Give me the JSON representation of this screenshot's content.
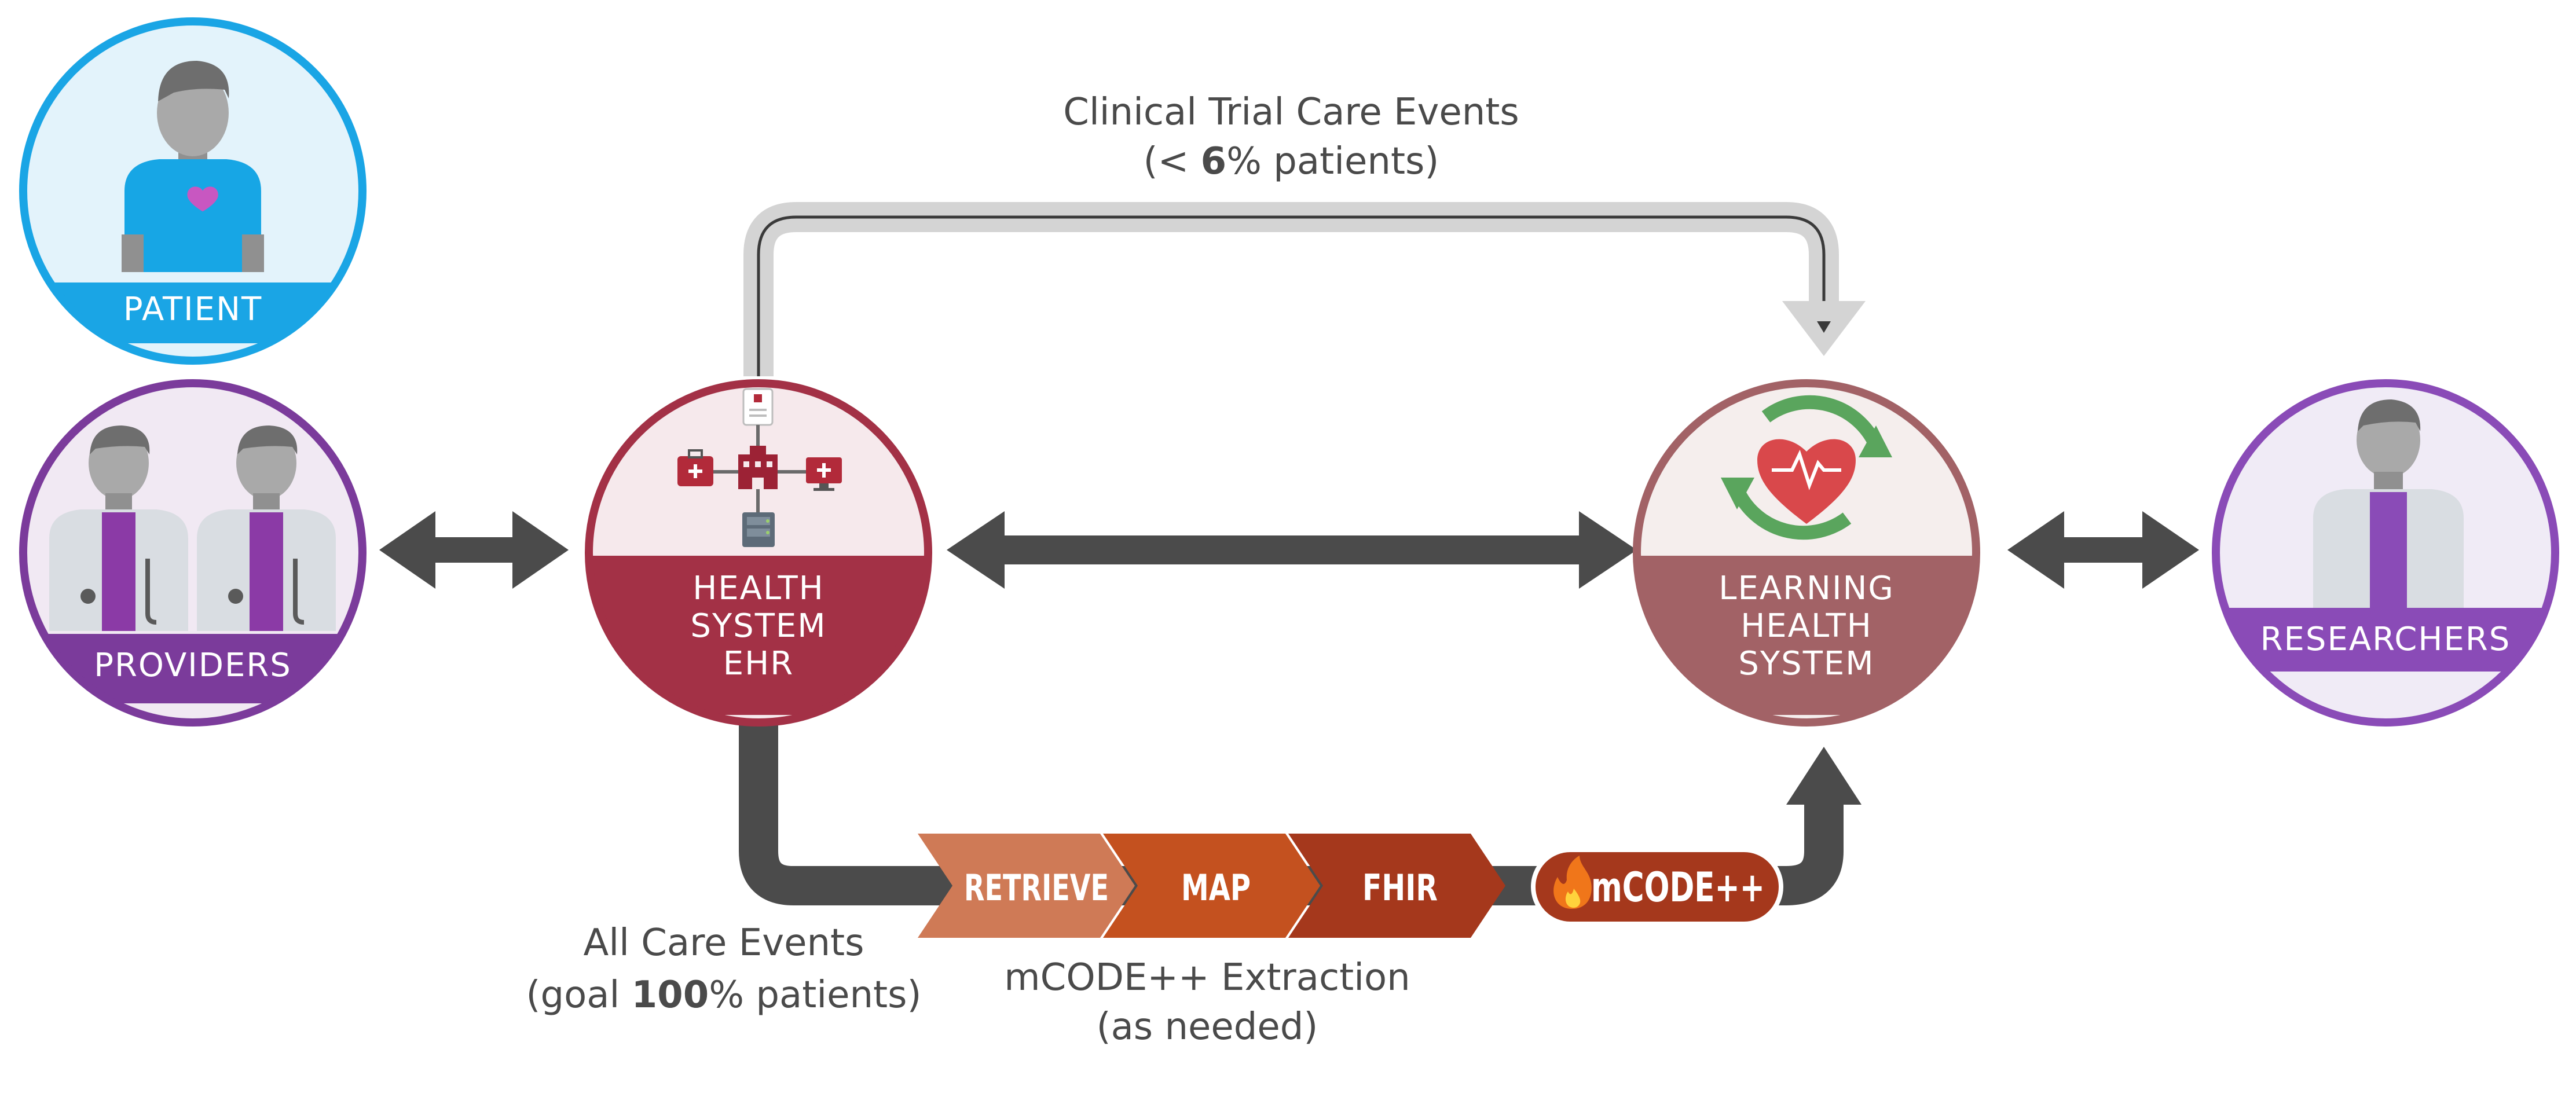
{
  "nodes": {
    "patient": "PATIENT",
    "providers": "PROVIDERS",
    "ehr": [
      "HEALTH",
      "SYSTEM",
      "EHR"
    ],
    "lhs": [
      "LEARNING",
      "HEALTH",
      "SYSTEM"
    ],
    "researchers": "RESEARCHERS"
  },
  "top_flow": {
    "line1": "Clinical Trial Care Events",
    "line2_pre": "(< ",
    "line2_bold": "6",
    "line2_post": "% patients)"
  },
  "bottom_flow": {
    "line1": "All Care Events",
    "line2_pre": "(goal ",
    "line2_bold": "100",
    "line2_post": "% patients)"
  },
  "pipeline": {
    "steps": [
      "RETRIEVE",
      "MAP",
      "FHIR"
    ],
    "badge": "mCODE++",
    "caption1": "mCODE++ Extraction",
    "caption2": "(as needed)"
  },
  "colors": {
    "patient": "#1aa5e5",
    "providers": "#7b3b9b",
    "ehr": "#a33146",
    "lhs": "#a26266",
    "researchers": "#8a4bb7",
    "flow_arrow": "#4b4b4b",
    "top_arrow": "#d4d4d4",
    "step_retrieve": "#cf7a56",
    "step_map": "#c4511f",
    "step_fhir": "#a5381c",
    "badge": "#a5381c"
  }
}
